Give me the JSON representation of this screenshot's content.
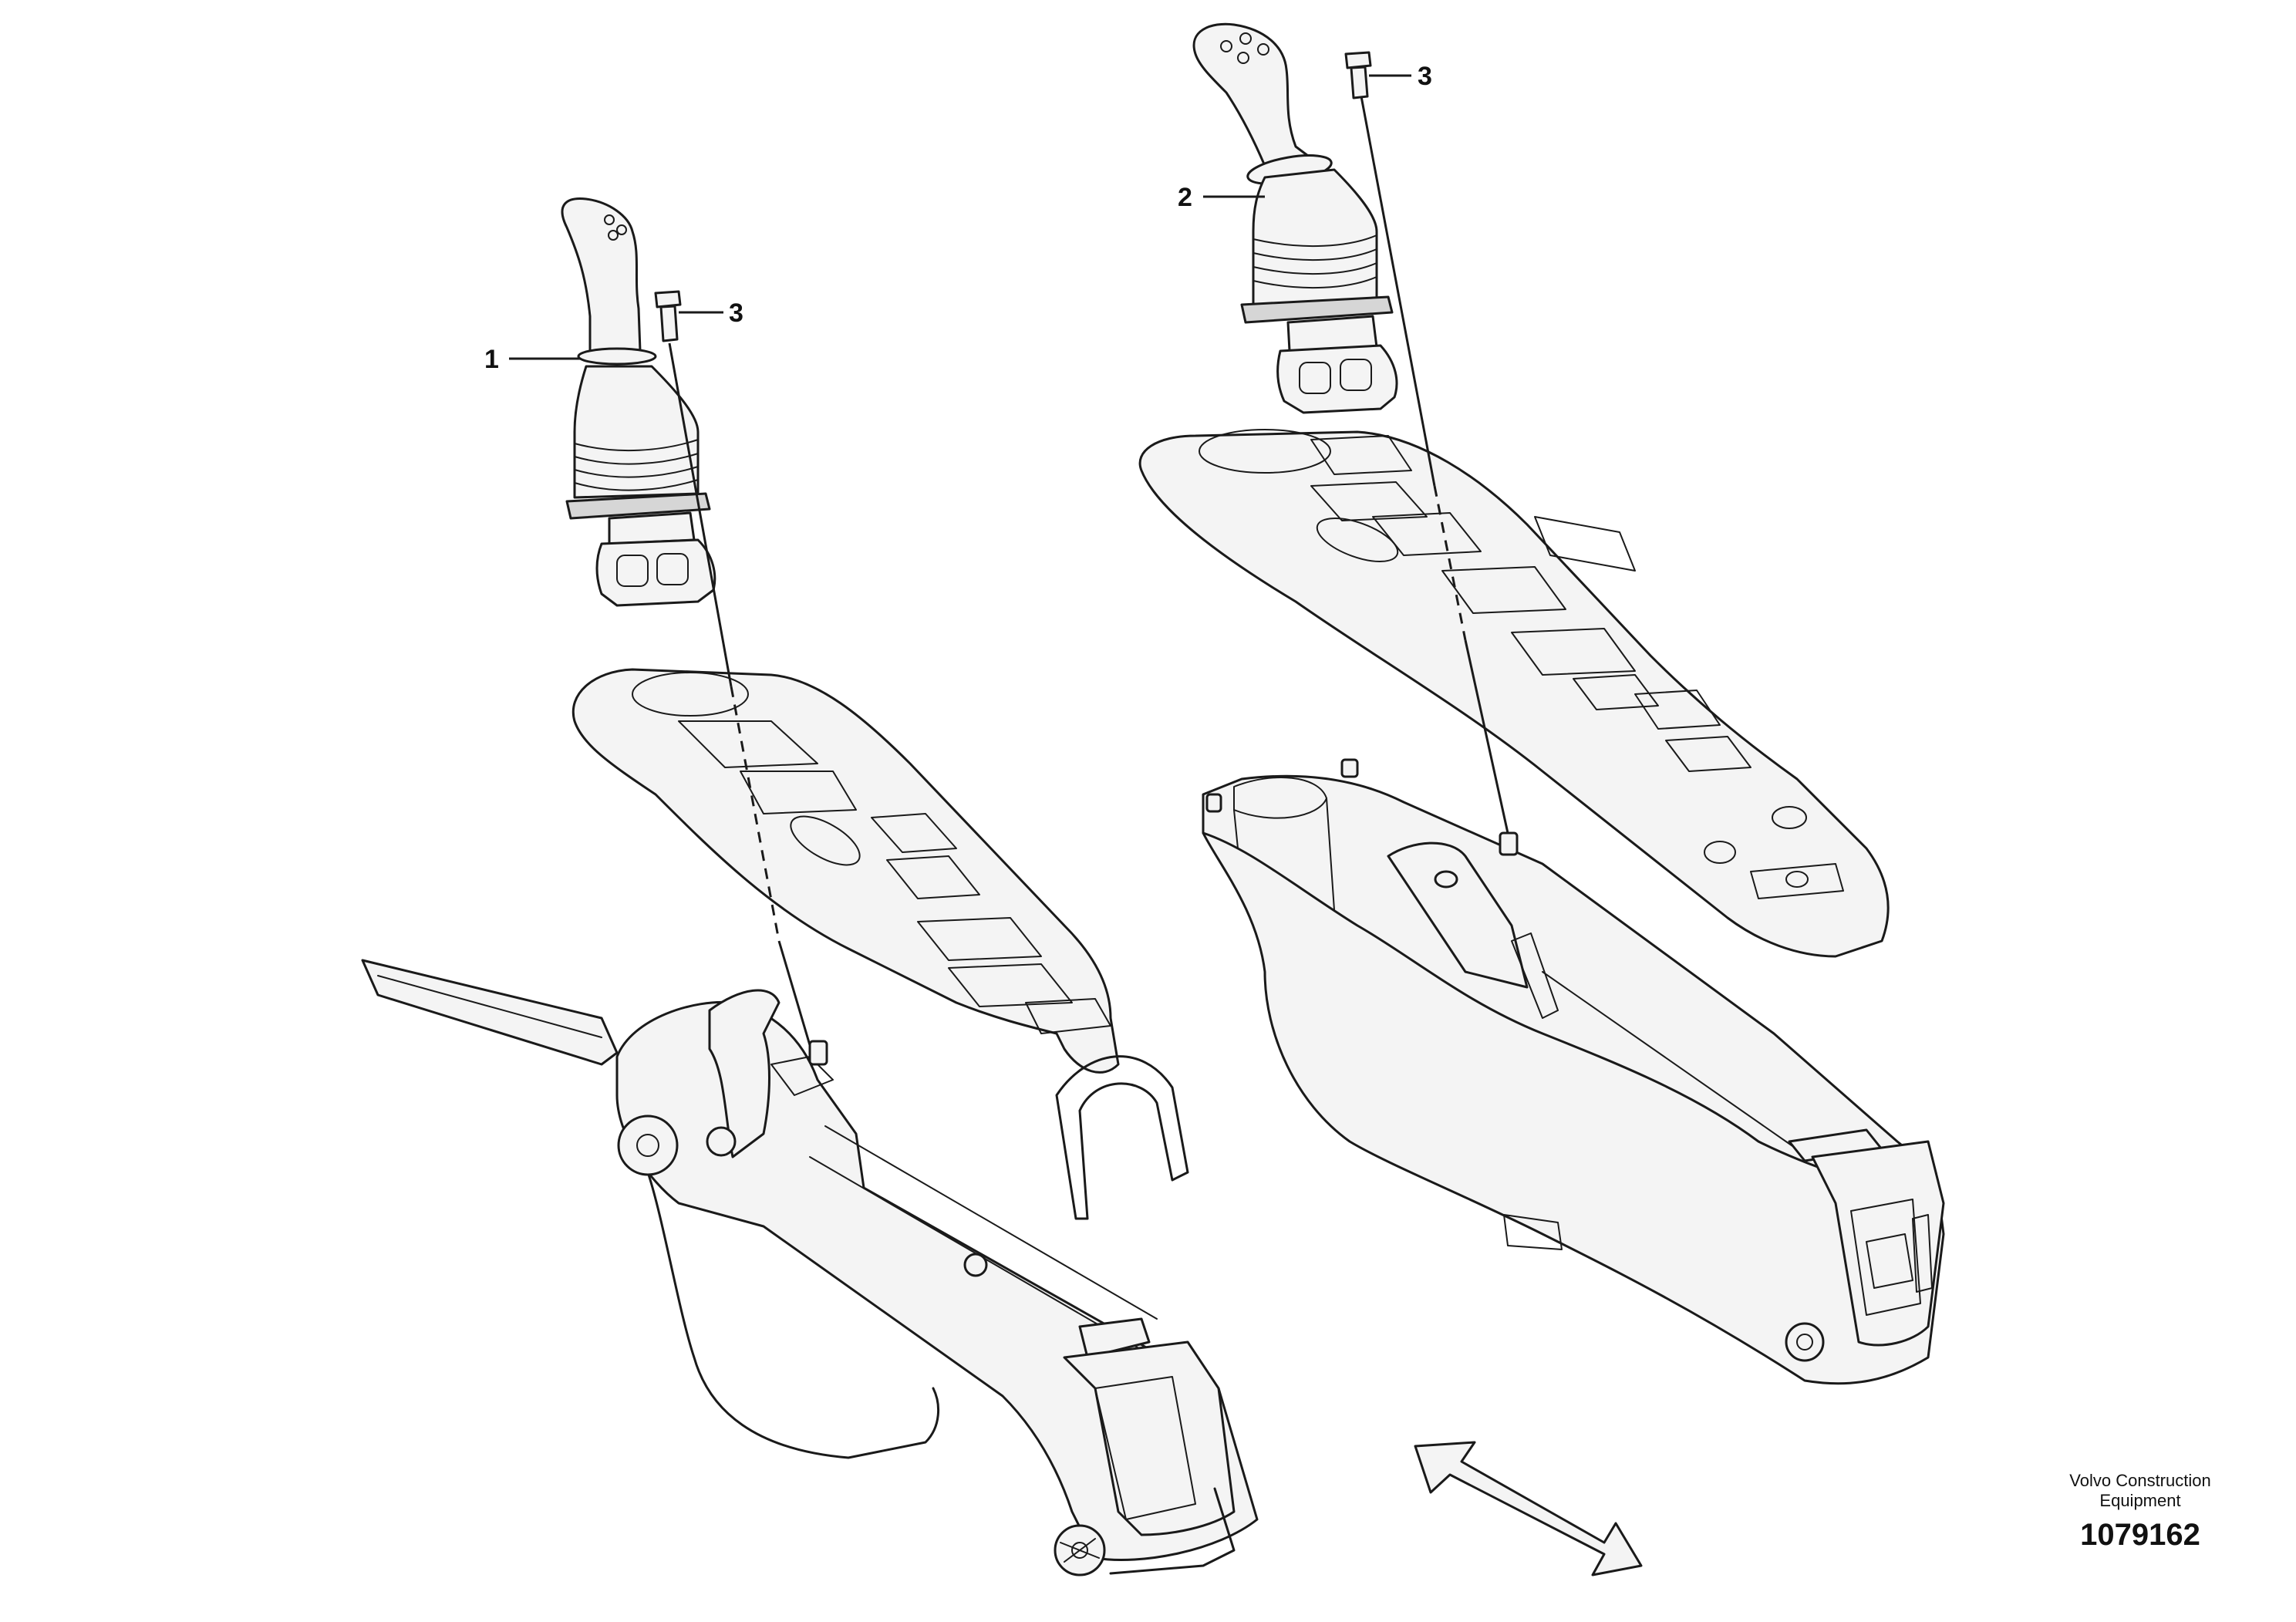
{
  "callouts": {
    "item1": "1",
    "item2": "2",
    "item3_left": "3",
    "item3_right": "3"
  },
  "footer": {
    "brand_line1": "Volvo Construction",
    "brand_line2": "Equipment",
    "doc_number": "1079162"
  },
  "colors": {
    "line": "#1a1a1a",
    "background": "#ffffff"
  }
}
